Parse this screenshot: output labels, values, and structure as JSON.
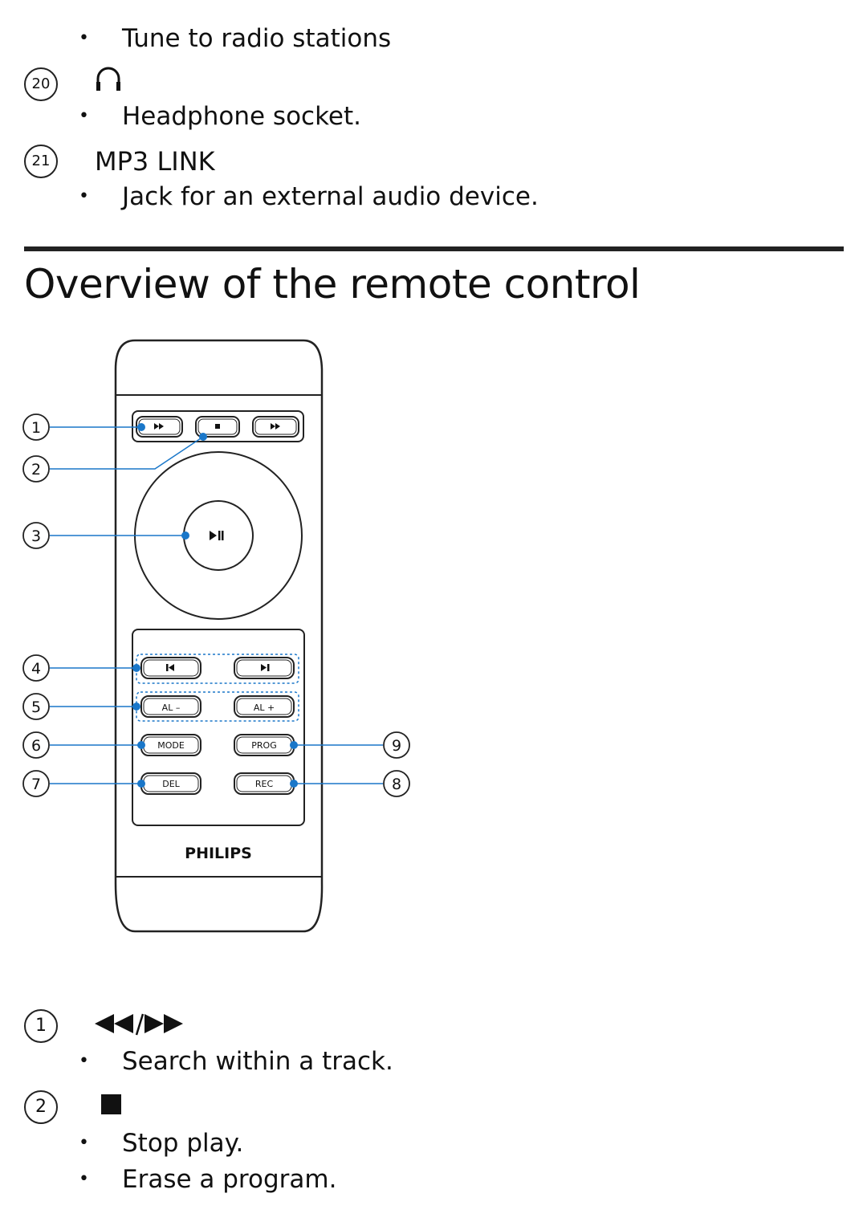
{
  "top_list": {
    "bullet_tune": "Tune to radio stations",
    "item20": {
      "number": "20",
      "icon": "headphones-icon",
      "bullet": "Headphone socket."
    },
    "item21": {
      "number": "21",
      "label": "MP3 LINK",
      "bullet": "Jack for an external audio device."
    }
  },
  "section": {
    "title": "Overview of the remote control"
  },
  "remote": {
    "brand": "PHILIPS",
    "buttons": {
      "al_minus": "AL –",
      "al_plus": "AL +",
      "mode": "MODE",
      "prog": "PROG",
      "del": "DEL",
      "rec": "REC"
    },
    "callouts": {
      "c1": "1",
      "c2": "2",
      "c3": "3",
      "c4": "4",
      "c5": "5",
      "c6": "6",
      "c7": "7",
      "c8": "8",
      "c9": "9"
    },
    "callout_color": "#1a77c9"
  },
  "bottom_list": {
    "item1": {
      "number": "1",
      "icon": "rewind-forward-icon",
      "bullet": "Search within a track."
    },
    "item2": {
      "number": "2",
      "icon": "stop-icon",
      "bullets": [
        "Stop play.",
        "Erase a program."
      ]
    }
  }
}
